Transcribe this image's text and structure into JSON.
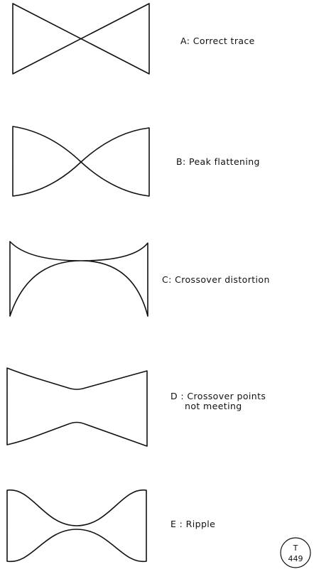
{
  "figure": {
    "traces": [
      {
        "id": "A",
        "shape": "correct-trace",
        "caption_lines": [
          "A: Correct trace"
        ]
      },
      {
        "id": "B",
        "shape": "peak-flattening",
        "caption_lines": [
          "B: Peak flattening"
        ]
      },
      {
        "id": "C",
        "shape": "crossover-distortion",
        "caption_lines": [
          "C: Crossover distortion"
        ]
      },
      {
        "id": "D",
        "shape": "crossover-points-not-meeting",
        "caption_lines": [
          "D : Crossover points",
          "not meeting"
        ]
      },
      {
        "id": "E",
        "shape": "ripple",
        "caption_lines": [
          "E : Ripple"
        ]
      }
    ],
    "badge": {
      "top": "T",
      "bottom": "449"
    }
  }
}
